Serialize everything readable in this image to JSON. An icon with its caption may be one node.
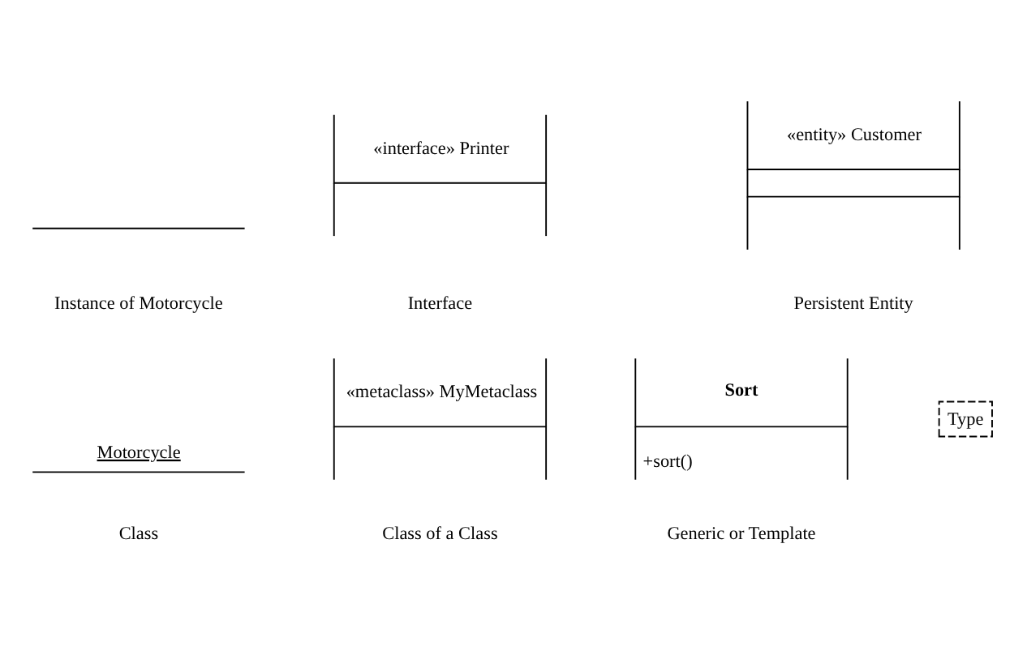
{
  "diagram": {
    "nodes": [
      {
        "text": [],
        "shape": "bar",
        "beside": [
          "Instance of Motorcycle"
        ]
      },
      {
        "text": [
          "«interface» Printer"
        ],
        "beside": [
          "Interface"
        ]
      },
      {
        "text": [
          "«entity» Customer"
        ],
        "beside": [
          "Persistent Entity"
        ]
      },
      {
        "text": [
          "Motorcycle"
        ],
        "beside": [
          "Class"
        ]
      },
      {
        "text": [
          "«metaclass» MyMetaclass"
        ],
        "beside": [
          "Class of a Class"
        ]
      },
      {
        "text": [
          "Sort",
          "+sort()"
        ],
        "beside": [
          "Generic or Template"
        ]
      },
      {
        "text": [
          "Type"
        ]
      }
    ]
  }
}
